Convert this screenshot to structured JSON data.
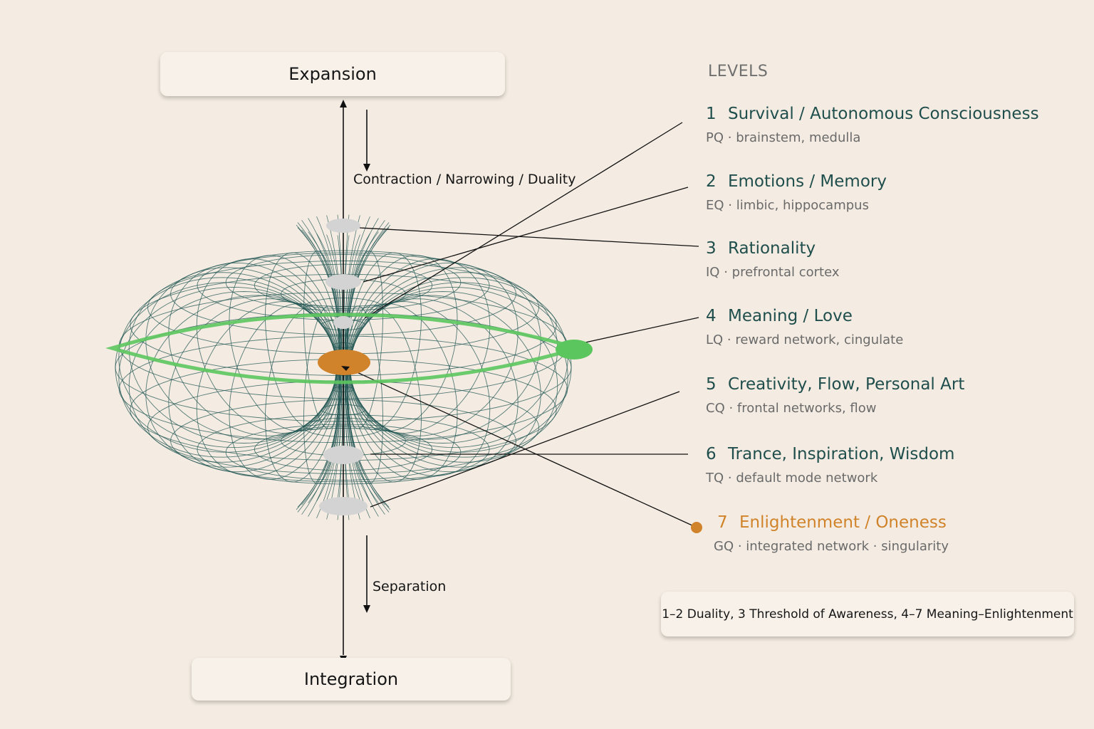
{
  "boxes": {
    "expansion": "Expansion",
    "integration": "Integration",
    "legend": "1–2 Duality, 3 Threshold of Awareness, 4–7 Meaning–Enlightenment"
  },
  "flow_labels": {
    "contraction": "Contraction / Narrowing / Duality",
    "separation": "Separation"
  },
  "levels_heading": "LEVELS",
  "levels": [
    {
      "num": "1",
      "title": "Survival / Autonomous Consciousness",
      "desc": "PQ · brainstem, medulla"
    },
    {
      "num": "2",
      "title": "Emotions / Memory",
      "desc": "EQ · limbic, hippocampus"
    },
    {
      "num": "3",
      "title": "Rationality",
      "desc": "IQ · prefrontal cortex"
    },
    {
      "num": "4",
      "title": "Meaning / Love",
      "desc": "LQ · reward network, cingulate"
    },
    {
      "num": "5",
      "title": "Creativity, Flow, Personal Art",
      "desc": "CQ · frontal networks, flow"
    },
    {
      "num": "6",
      "title": "Trance, Inspiration, Wisdom",
      "desc": "TQ · default mode network"
    },
    {
      "num": "7",
      "title": "Enlightenment / Oneness",
      "desc": "GQ · integrated network · singularity"
    }
  ],
  "colors": {
    "background": "#f4ece2",
    "mesh": "#1f5452",
    "equator": "#5cc65e",
    "accent": "#d0832a",
    "level_text": "#1f4e4c",
    "node_gray": "#d3d3d3"
  }
}
